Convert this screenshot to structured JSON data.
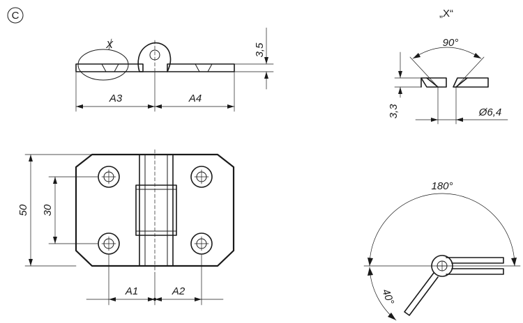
{
  "variant_mark": "C",
  "detail_title": "„X“",
  "labels": {
    "detail_ref": "X",
    "a1": "A1",
    "a2": "A2",
    "a3": "A3",
    "a4": "A4",
    "height_50": "50",
    "spacing_30": "30",
    "thickness_35": "3,5",
    "depth_33": "3,3",
    "hole_dia": "Ø6,4",
    "countersink_angle": "90°",
    "open_angle": "180°",
    "tilt_angle": "40°"
  },
  "colors": {
    "line": "#1a1a1a",
    "background": "#ffffff"
  }
}
